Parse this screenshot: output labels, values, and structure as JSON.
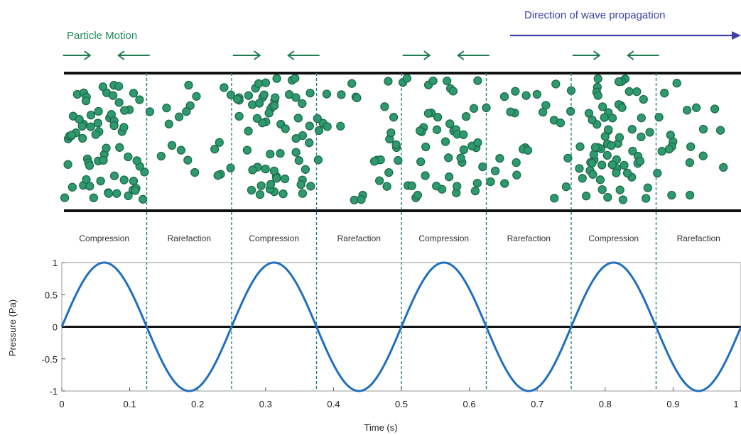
{
  "colors": {
    "particle_fill": "#2e9a6e",
    "particle_stroke": "#1d6b4b",
    "particle_motion_text": "#1f8a5c",
    "motion_arrow": "#1d7a50",
    "propagation": "#3a42a8",
    "wave": "#1f6fbf",
    "boundary_dash": "#2a7f86",
    "tube_wall": "#111111",
    "zero_line": "#111111"
  },
  "labels": {
    "particle_motion": "Particle Motion",
    "propagation": "Direction of wave propagation"
  },
  "regions": [
    "Compression",
    "Rarefaction",
    "Compression",
    "Rarefaction",
    "Compression",
    "Rarefaction",
    "Compression",
    "Rarefaction"
  ],
  "chart_data": {
    "type": "line",
    "series": [
      {
        "function": "sine",
        "amplitude": 1,
        "period": 0.25,
        "x_range": [
          0,
          1
        ]
      }
    ],
    "xlabel": "Time (s)",
    "ylabel": "Pressure (Pa)",
    "xlim": [
      0,
      1
    ],
    "ylim": [
      -1,
      1
    ],
    "xticks": [
      "0",
      "0.1",
      "0.2",
      "0.3",
      "0.4",
      "0.5",
      "0.6",
      "0.7",
      "0.8",
      "0.9",
      "1"
    ],
    "yticks": [
      "-1",
      "-0.5",
      "0",
      "0.5",
      "1"
    ],
    "zero_line": 0,
    "boundaries_x": [
      0.125,
      0.25,
      0.375,
      0.5,
      0.625,
      0.75,
      0.875
    ],
    "grid": false
  }
}
